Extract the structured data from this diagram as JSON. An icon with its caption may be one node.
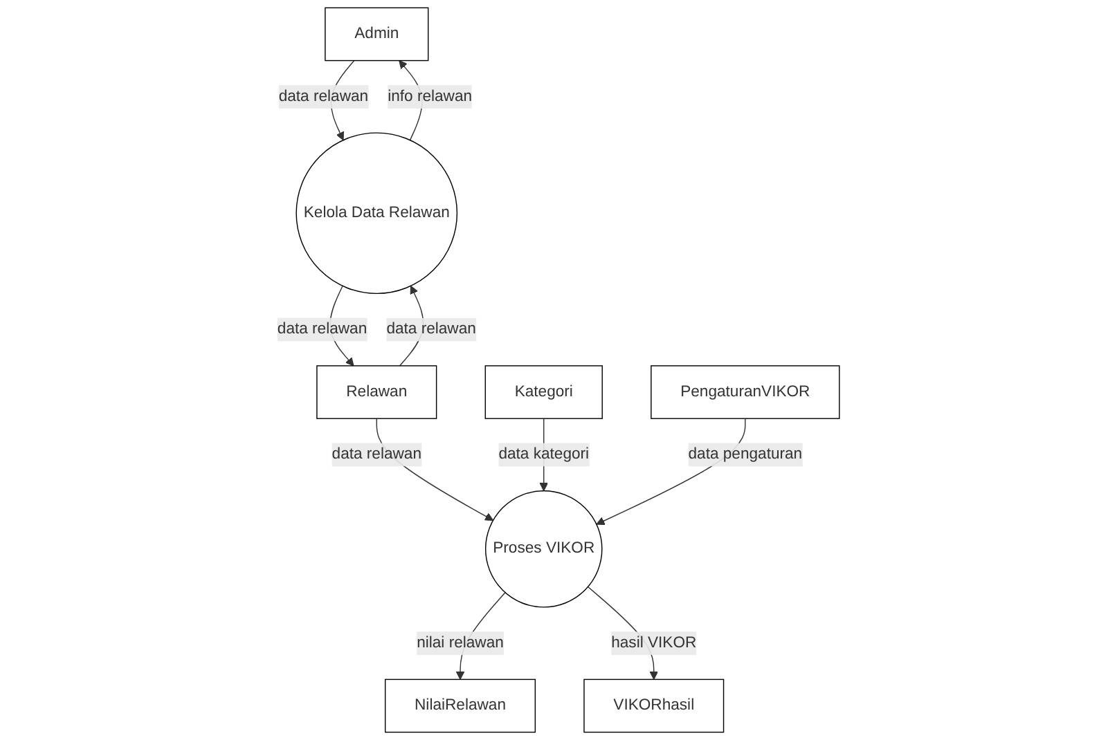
{
  "diagram": {
    "nodes": [
      {
        "text": [
          "Admin"
        ]
      },
      {
        "text": [
          "Kelola Data Relawan"
        ]
      },
      {
        "text": [
          "Relawan"
        ]
      },
      {
        "text": [
          "PengaturanVIKOR"
        ]
      },
      {
        "text": [
          "Kategori"
        ]
      },
      {
        "text": [
          "Proses VIKOR"
        ]
      },
      {
        "text": [
          "VIKORhasil"
        ]
      },
      {
        "text": [
          "NilaiRelawan"
        ]
      }
    ],
    "edges": [
      {
        "from": 0,
        "to": 1,
        "arrow": "to",
        "label": "data relawan"
      },
      {
        "from": 1,
        "to": 0,
        "arrow": "to",
        "label": "info relawan"
      },
      {
        "from": 2,
        "to": 1,
        "arrow": "to",
        "label": "data relawan"
      },
      {
        "from": 1,
        "to": 2,
        "arrow": "to",
        "label": "data relawan"
      },
      {
        "from": 2,
        "to": 5,
        "arrow": "to",
        "label": "data relawan"
      },
      {
        "from": 4,
        "to": 5,
        "arrow": "to",
        "label": "data kategori"
      },
      {
        "from": 3,
        "to": 5,
        "arrow": "to",
        "label": "data pengaturan"
      },
      {
        "from": 5,
        "to": 7,
        "arrow": "to",
        "label": "nilai relawan"
      },
      {
        "from": 5,
        "to": 6,
        "arrow": "to",
        "label": "hasil VIKOR"
      }
    ]
  }
}
